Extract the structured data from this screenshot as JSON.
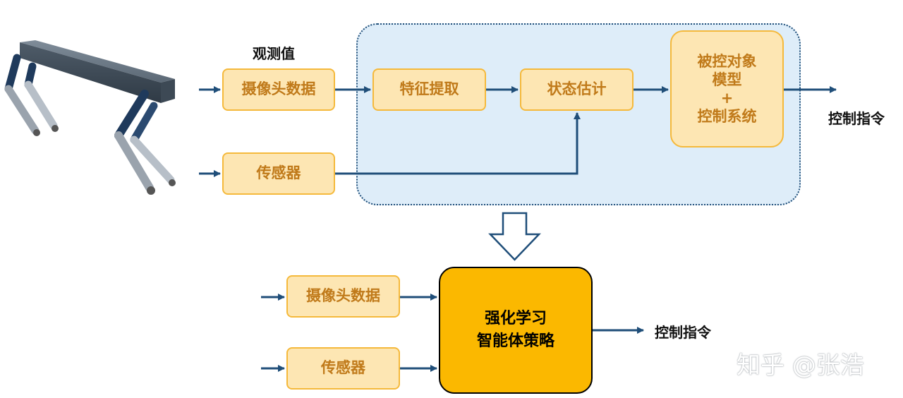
{
  "top": {
    "observation_label": "观测值",
    "camera_box": "摄像头数据",
    "sensor_box": "传感器",
    "feature_box": "特征提取",
    "state_box": "状态估计",
    "model_box_lines": [
      "被控对象",
      "模型",
      "+",
      "控制系统"
    ],
    "output_label": "控制指令"
  },
  "bottom": {
    "camera_box": "摄像头数据",
    "sensor_box": "传感器",
    "rl_box_lines": [
      "强化学习",
      "智能体策略"
    ],
    "output_label": "控制指令"
  },
  "watermark": "知乎 @张浩",
  "colors": {
    "arrow": "#1f4e79",
    "box_fill": "#fde6b3",
    "box_border": "#f5b93b",
    "box_text": "#c07a1a",
    "region_fill": "#deedf9",
    "rl_fill": "#fbb800"
  },
  "icons": [
    "robot-dog-illustration",
    "hollow-down-arrow-icon"
  ]
}
